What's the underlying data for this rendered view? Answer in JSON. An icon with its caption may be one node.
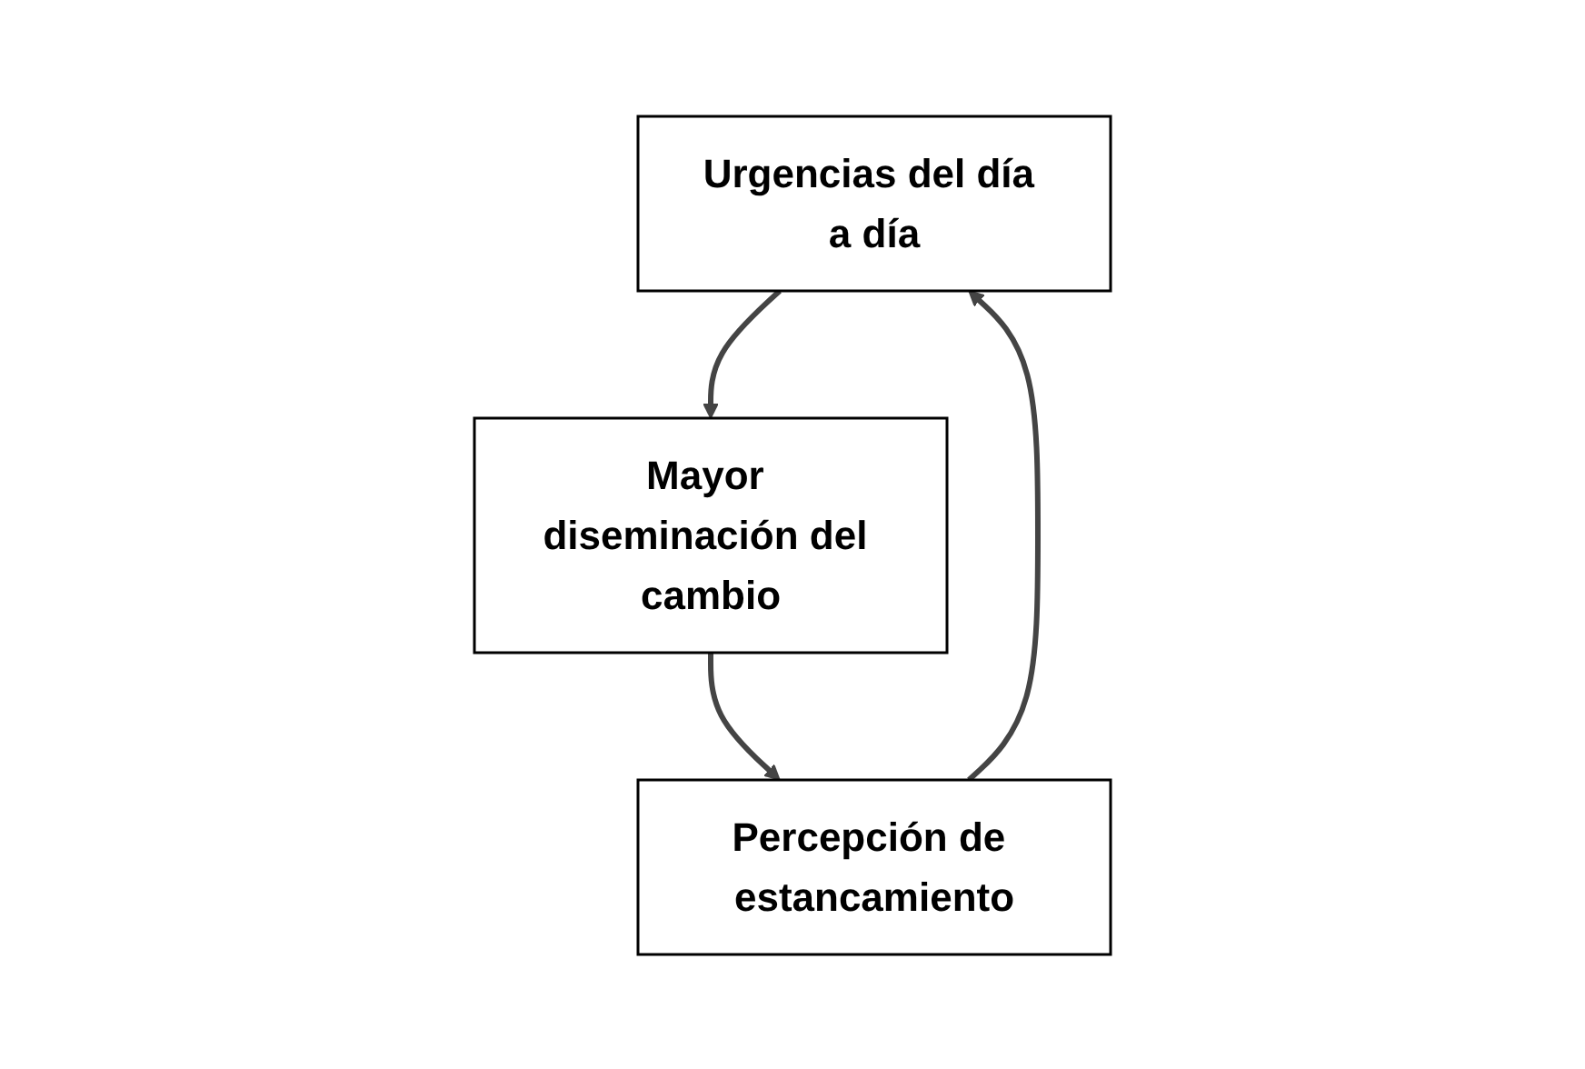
{
  "diagram": {
    "nodes": [
      {
        "text": [
          "Urgencias del día a día"
        ]
      },
      {
        "text": [
          "Mayor diseminación del cambio"
        ]
      },
      {
        "text": [
          "Percepción de estancamiento"
        ]
      }
    ],
    "edges": [
      {
        "from": 0,
        "to": 1,
        "arrow": "to"
      },
      {
        "from": 1,
        "to": 2,
        "arrow": "to"
      },
      {
        "from": 2,
        "to": 0,
        "arrow": "to"
      }
    ]
  }
}
